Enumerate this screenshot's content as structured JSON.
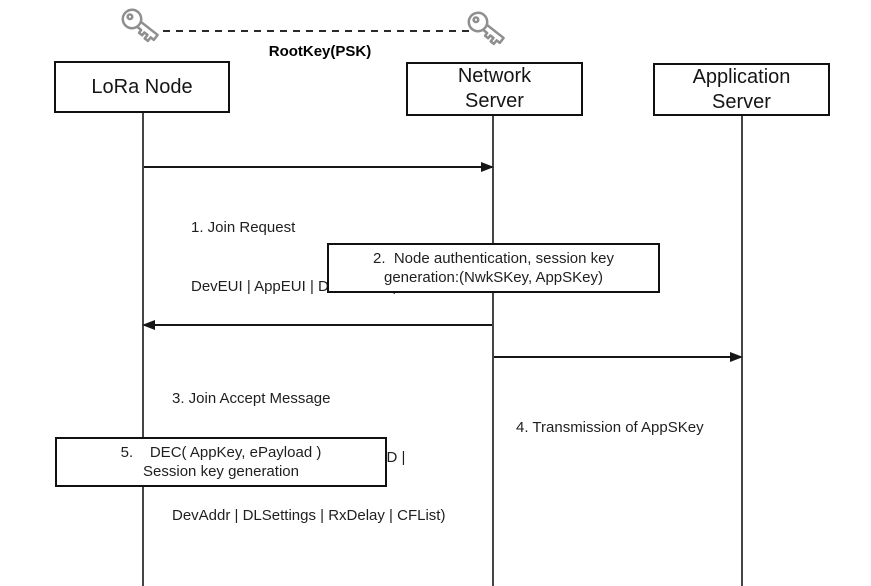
{
  "rootkey": {
    "label": "RootKey(PSK)"
  },
  "actors": {
    "lora": {
      "label": "LoRa Node"
    },
    "network": {
      "line1": "Network",
      "line2": "Server"
    },
    "application": {
      "line1": "Application",
      "line2": "Server"
    }
  },
  "messages": {
    "m1": {
      "line1": "1. Join Request",
      "line2": "DevEUI | AppEUI | DevNonce | MIC"
    },
    "m3": {
      "line1": "3. Join Accept Message",
      "line2": "ENC( AppKey, (AppNonce | NetID |",
      "line3": "DevAddr | DLSettings | RxDelay | CFList)"
    },
    "m4": {
      "line1": "4. Transmission of AppSKey"
    }
  },
  "process_boxes": {
    "b2": {
      "line1": "2.  Node authentication, session key",
      "line2": "generation:(NwkSKey, AppSKey)"
    },
    "b5": {
      "line1": "5.    DEC( AppKey, ePayload )",
      "line2": "Session key generation"
    }
  },
  "icons": {
    "left_key": "key-icon",
    "right_key": "key-icon"
  },
  "colors": {
    "stroke": "#161616",
    "lifeline": "#454545",
    "key": "#8f8f8f"
  }
}
